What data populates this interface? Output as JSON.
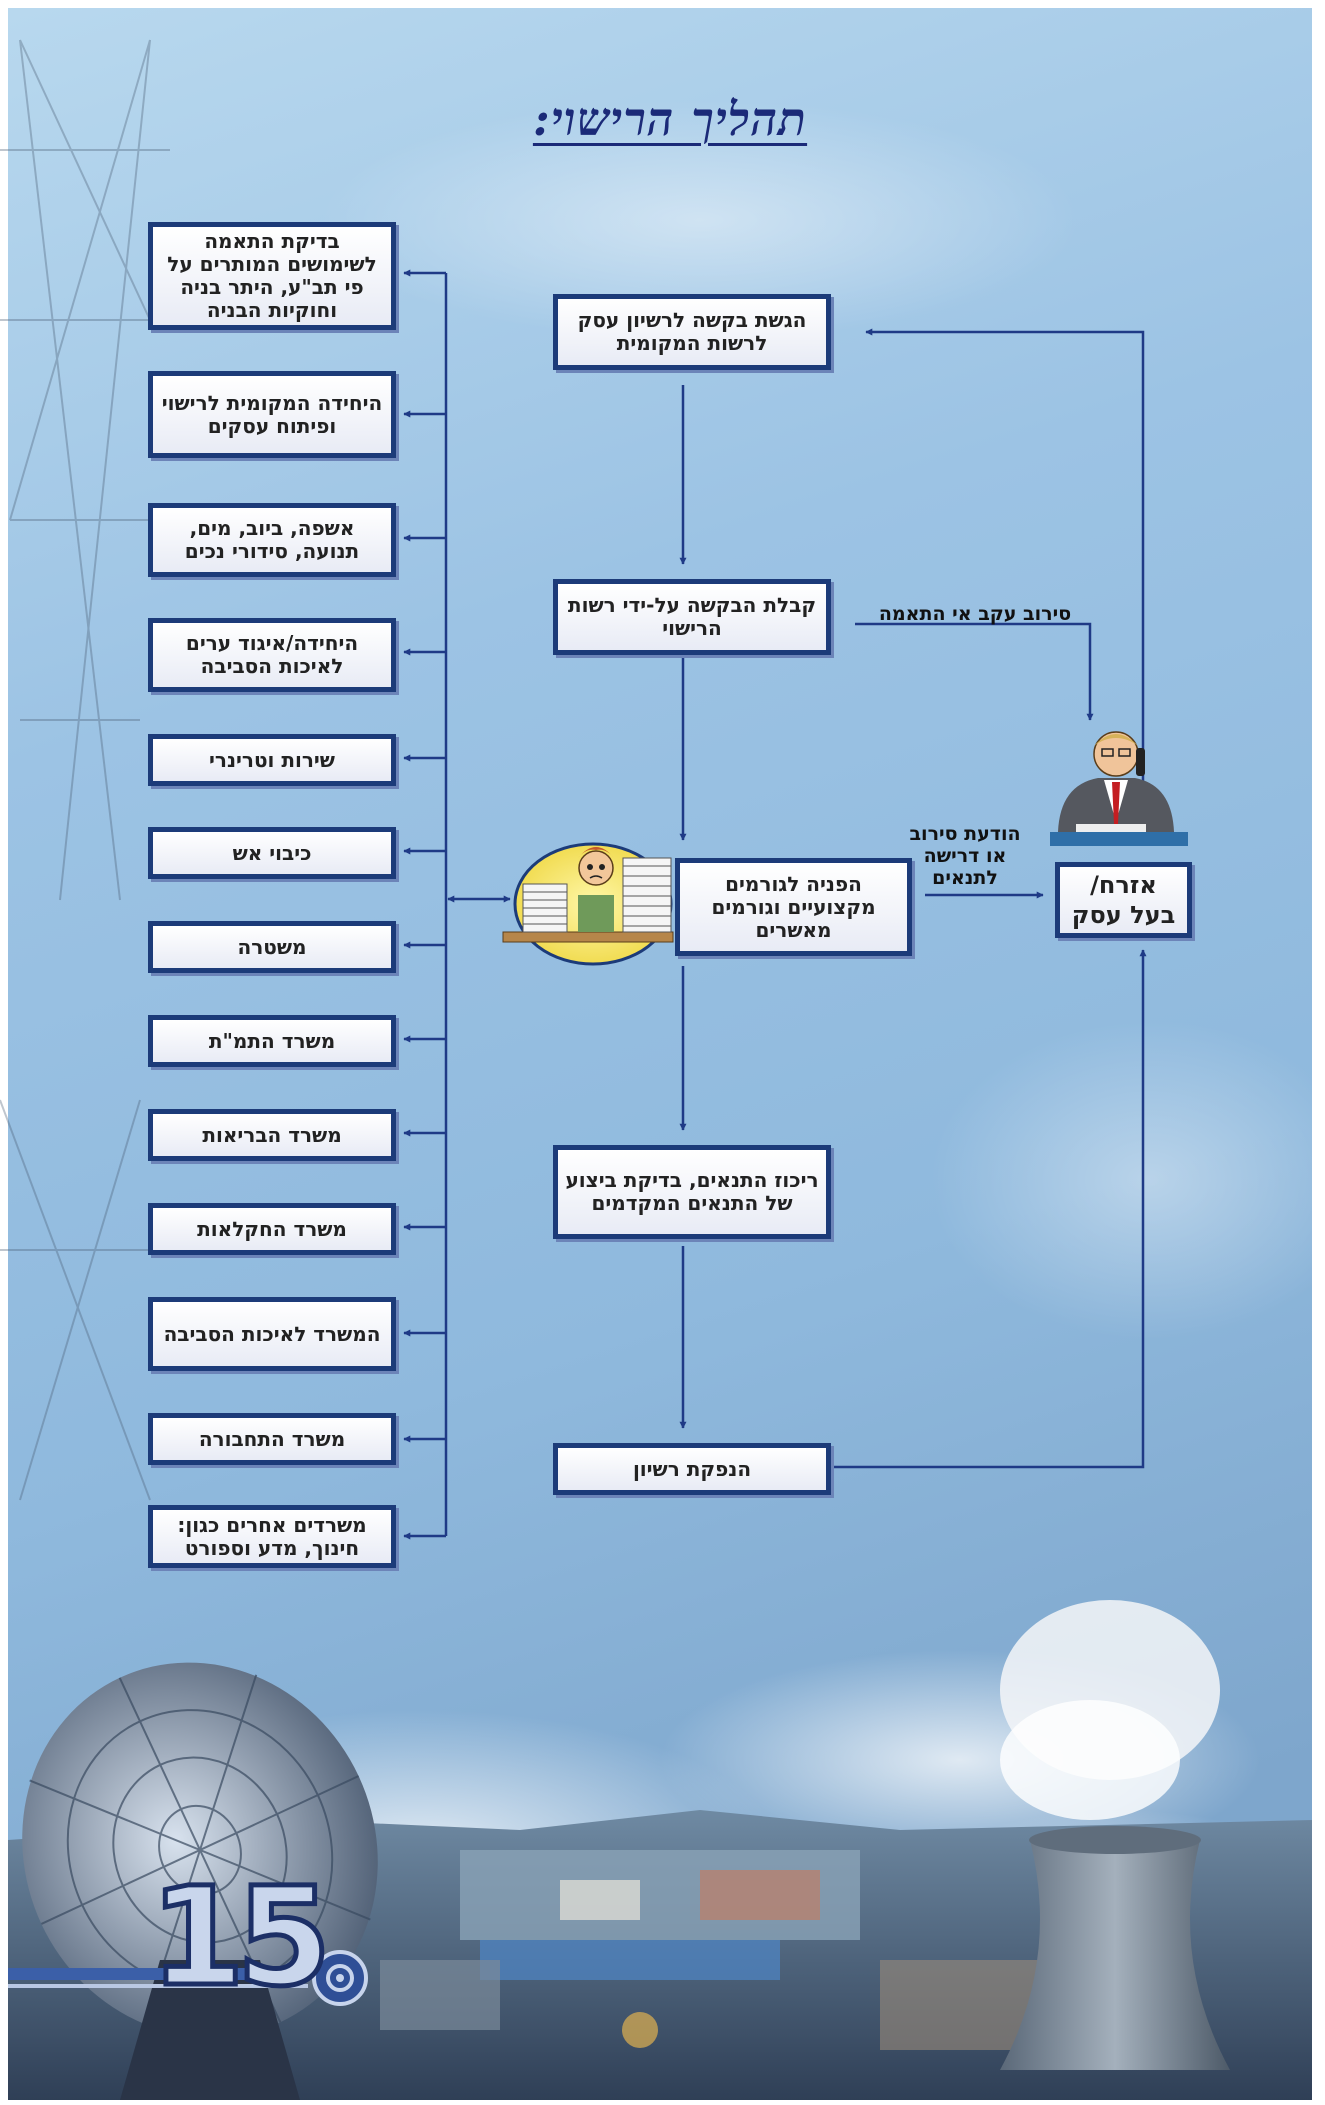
{
  "title": "תהליך הרישוי:",
  "flow": {
    "submit": "הגשת בקשה לרשיון עסק לרשות המקומית",
    "receive": "קבלת הבקשה על-ידי רשות הרישוי",
    "referral": "הפניה לגורמים מקצועיים וגורמים מאשרים",
    "conditions": "ריכוז התנאים, בדיקת ביצוע של התנאים המקדמים",
    "issue": "הנפקת רשיון",
    "applicant": "אזרח/ בעל עסק"
  },
  "labels": {
    "refusal_mismatch": "סירוב עקב אי התאמה",
    "refusal_notice": "הודעת סירוב או דרישה לתנאים"
  },
  "agencies": [
    "בדיקת התאמה לשימושים המותרים על פי תב\"ע, היתר בניה וחוקיות הבניה",
    "היחידה המקומית לרישוי ופיתוח עסקים",
    "אשפה, ביוב, מים, תנועה, סידורי נכים",
    "היחידה/איגוד ערים לאיכות הסביבה",
    "שירות וטרינרי",
    "כיבוי אש",
    "משטרה",
    "משרד התמ\"ת",
    "משרד הבריאות",
    "משרד החקלאות",
    "המשרד לאיכות הסביבה",
    "משרד התחבורה",
    "משרדים אחרים כגון: חינוך, מדע וספורט"
  ],
  "page_number": "15",
  "colors": {
    "frame": "#1c3b79",
    "line": "#1f3a86",
    "sky": "#9ec3e3"
  },
  "icons": [
    "clerk-with-papers-icon",
    "businessman-on-phone-icon",
    "satellite-dish-icon",
    "cooling-tower-icon",
    "power-pylon-icon",
    "gear-icon"
  ]
}
